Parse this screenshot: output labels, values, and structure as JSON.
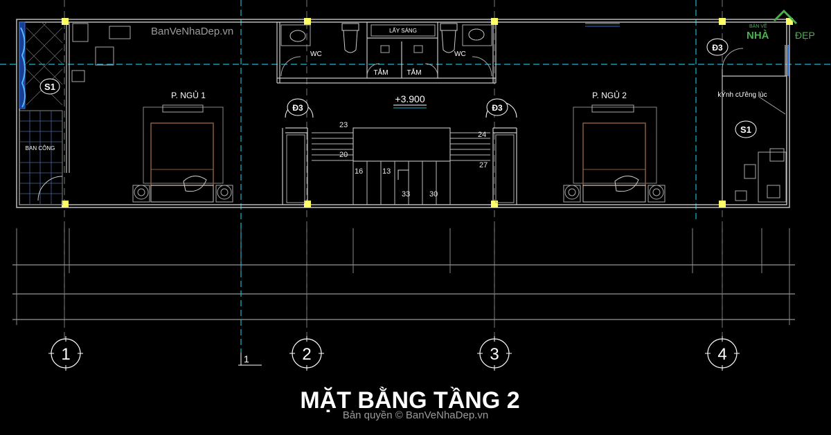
{
  "drawing": {
    "title": "MẶT BẰNG TẦNG 2",
    "elevation": "+3.900",
    "watermark_top": "BanVeNhaDep.vn",
    "copyright": "Bản quyền © BanVeNhaDep.vn"
  },
  "rooms": {
    "bedroom_1": "P. NGỦ 1",
    "bedroom_2": "P. NGỦ 2",
    "balcony": "BAN CÔNG",
    "wc_left": "WC",
    "wc_right": "WC",
    "shower_left": "TẮM",
    "shower_right": "TẮM",
    "skylight": "LẤY SÁNG",
    "glass_wall": "kÝnh cƯêng lùc"
  },
  "tags": {
    "window_s1_left": "S1",
    "window_s1_right": "S1",
    "door_d3_left": "Đ3",
    "door_d3_mid": "Đ3",
    "door_d3_right": "Đ3"
  },
  "stair_steps": [
    "23",
    "24",
    "20",
    "27",
    "16",
    "13",
    "33",
    "30"
  ],
  "grid_axes": [
    "1",
    "2",
    "3",
    "4"
  ],
  "section_mark": "1",
  "logo": {
    "top": "BẢN VẼ",
    "main_left": "NHÀ",
    "main_right": "ĐẸP"
  },
  "colors": {
    "background": "#000000",
    "wall": "#c8c8c8",
    "column": "#ffff66",
    "grid_dash": "#1fb6d6",
    "furniture": "#b0b0b0",
    "bed": "#8b5a3c",
    "window": "#2f6fd6",
    "logo_green": "#4caf50"
  }
}
